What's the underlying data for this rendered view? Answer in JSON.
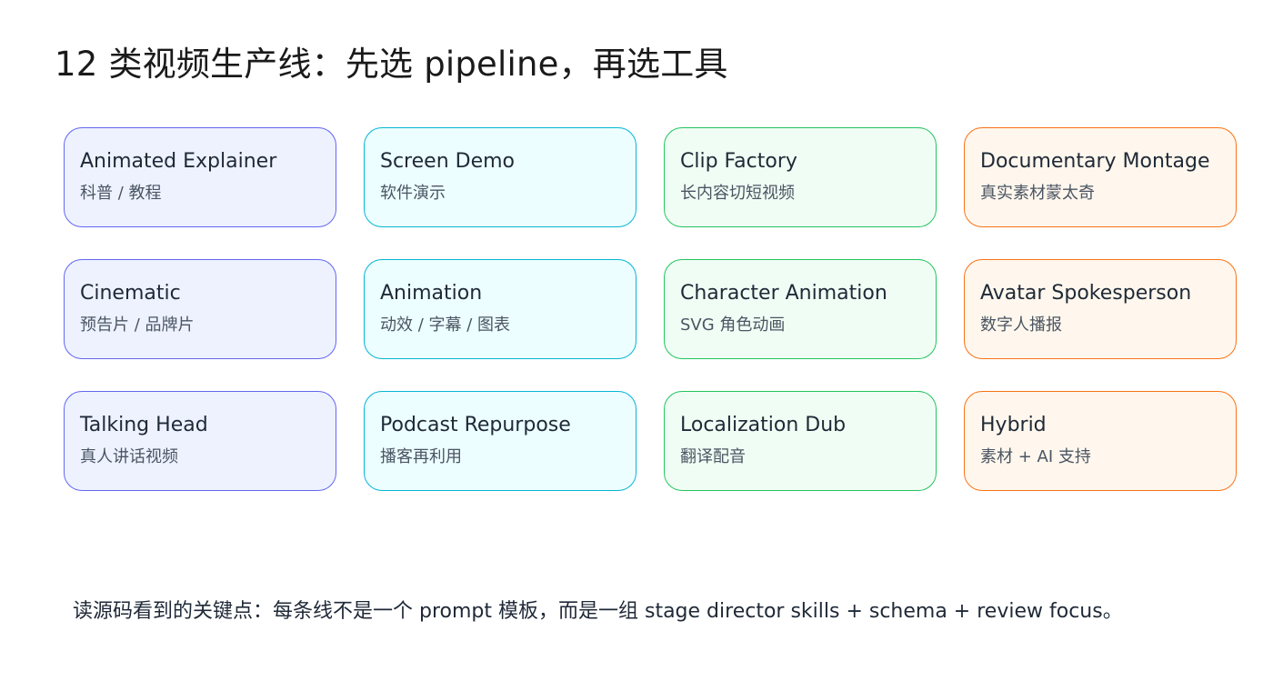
{
  "title": "12 类视频生产线：先选 pipeline，再选工具",
  "cards": [
    {
      "title": "Animated Explainer",
      "subtitle": "科普 / 教程"
    },
    {
      "title": "Screen Demo",
      "subtitle": "软件演示"
    },
    {
      "title": "Clip Factory",
      "subtitle": "长内容切短视频"
    },
    {
      "title": "Documentary Montage",
      "subtitle": "真实素材蒙太奇"
    },
    {
      "title": "Cinematic",
      "subtitle": "预告片 / 品牌片"
    },
    {
      "title": "Animation",
      "subtitle": "动效 / 字幕 / 图表"
    },
    {
      "title": "Character Animation",
      "subtitle": "SVG 角色动画"
    },
    {
      "title": "Avatar Spokesperson",
      "subtitle": "数字人播报"
    },
    {
      "title": "Talking Head",
      "subtitle": "真人讲话视频"
    },
    {
      "title": "Podcast Repurpose",
      "subtitle": "播客再利用"
    },
    {
      "title": "Localization Dub",
      "subtitle": "翻译配音"
    },
    {
      "title": "Hybrid",
      "subtitle": "素材 + AI 支持"
    }
  ],
  "column_colors": {
    "indigo": {
      "border": "#6366f1",
      "fill": "#eef2ff"
    },
    "cyan": {
      "border": "#06b6d4",
      "fill": "#ecfeff"
    },
    "green": {
      "border": "#22c55e",
      "fill": "#f0fdf4"
    },
    "orange": {
      "border": "#f97316",
      "fill": "#fff7ed"
    }
  },
  "footer": "读源码看到的关键点：每条线不是一个 prompt 模板，而是一组 stage director skills + schema + review focus。"
}
